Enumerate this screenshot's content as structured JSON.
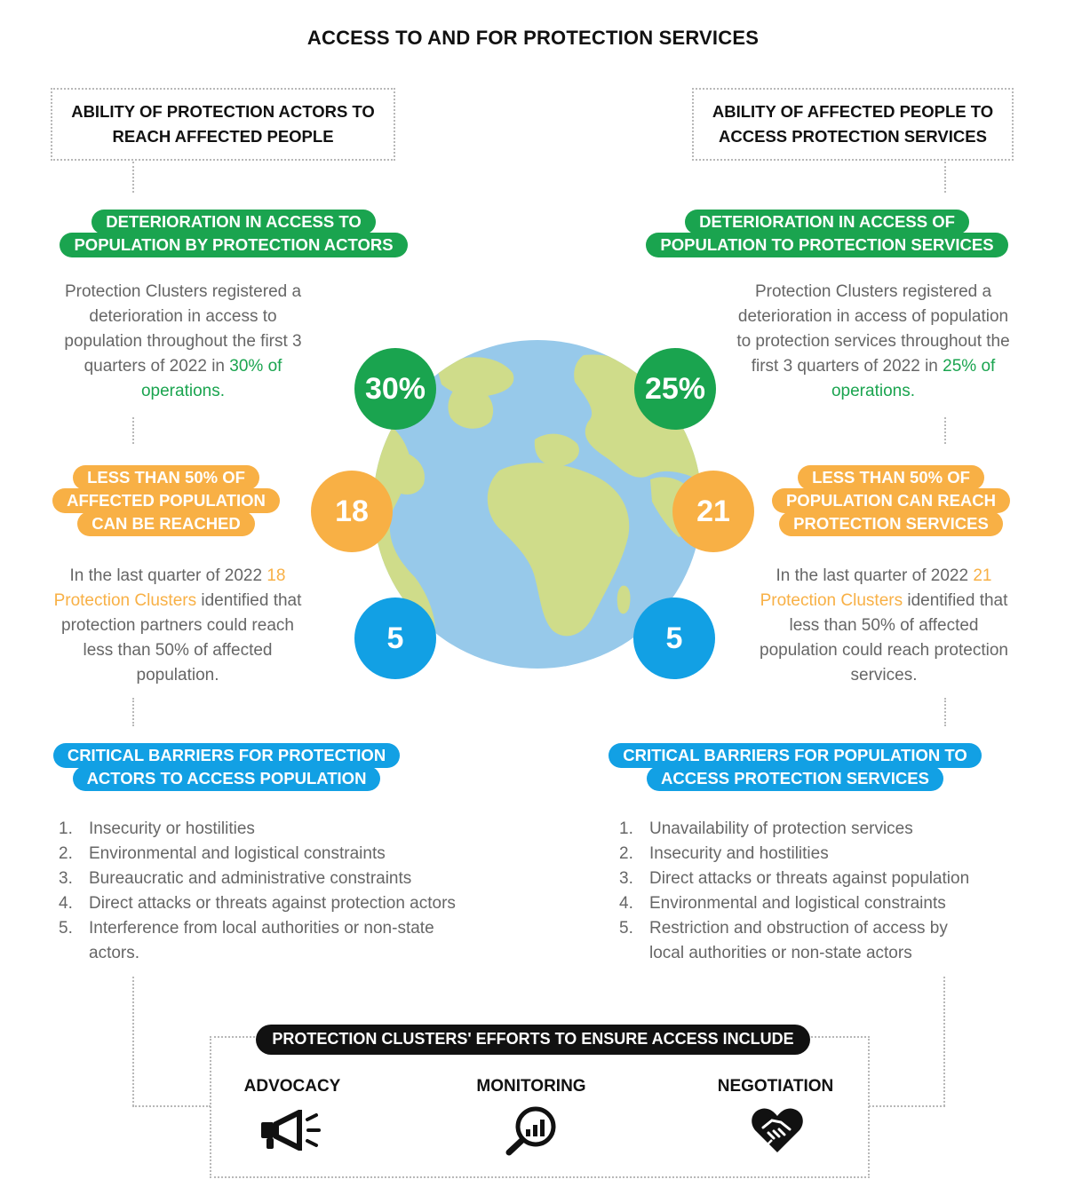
{
  "title": "ACCESS TO AND FOR PROTECTION SERVICES",
  "left": {
    "heading": "ABILITY OF PROTECTION ACTORS TO REACH AFFECTED PEOPLE",
    "green_pill": [
      "DETERIORATION IN ACCESS TO",
      "POPULATION BY PROTECTION ACTORS"
    ],
    "green_text_pre": "Protection Clusters registered a deterioration in access to population throughout the first 3 quarters of 2022 in ",
    "green_text_hl": "30% of operations.",
    "orange_pill": [
      "LESS THAN 50% OF",
      "AFFECTED POPULATION",
      "CAN BE REACHED"
    ],
    "orange_text_pre": "In the last quarter of 2022 ",
    "orange_text_hl": "18 Protection Clusters",
    "orange_text_post": " identified that protection partners could reach less than 50% of affected population.",
    "blue_pill": [
      "CRITICAL BARRIERS FOR PROTECTION",
      "ACTORS TO ACCESS POPULATION"
    ],
    "barriers": [
      "Insecurity or hostilities",
      "Environmental and logistical constraints",
      "Bureaucratic and administrative constraints",
      "Direct attacks or threats against protection actors",
      "Interference from local authorities or non-state actors."
    ]
  },
  "right": {
    "heading": "ABILITY OF AFFECTED PEOPLE TO ACCESS PROTECTION SERVICES",
    "green_pill": [
      "DETERIORATION IN ACCESS OF",
      "POPULATION TO PROTECTION SERVICES"
    ],
    "green_text_pre": "Protection Clusters registered a deterioration in access of population to protection services throughout the first 3 quarters of 2022 in ",
    "green_text_hl": "25% of operations.",
    "orange_pill": [
      "LESS THAN 50% OF",
      "POPULATION CAN REACH",
      "PROTECTION SERVICES"
    ],
    "orange_text_pre": "In the last quarter of 2022 ",
    "orange_text_hl": "21 Protection Clusters",
    "orange_text_post": " identified that less than 50% of affected population could reach protection services.",
    "blue_pill": [
      "CRITICAL BARRIERS FOR POPULATION TO",
      "ACCESS PROTECTION SERVICES"
    ],
    "barriers": [
      "Unavailability of protection services",
      "Insecurity and hostilities",
      "Direct attacks or threats against population",
      "Environmental and logistical constraints",
      "Restriction and obstruction of access by local authorities or non-state actors"
    ]
  },
  "circles": {
    "left_green": "30%",
    "right_green": "25%",
    "left_orange": "18",
    "right_orange": "21",
    "left_blue": "5",
    "right_blue": "5"
  },
  "efforts": {
    "title": "PROTECTION CLUSTERS' EFFORTS TO ENSURE ACCESS INCLUDE",
    "items": [
      {
        "label": "ADVOCACY",
        "icon": "megaphone-icon"
      },
      {
        "label": "MONITORING",
        "icon": "magnifier-chart-icon"
      },
      {
        "label": "NEGOTIATION",
        "icon": "handshake-heart-icon"
      }
    ]
  },
  "colors": {
    "green": "#1aa44f",
    "orange": "#f8b045",
    "blue": "#12a0e4",
    "ocean": "#97c9ea",
    "land": "#cfdc8a"
  }
}
